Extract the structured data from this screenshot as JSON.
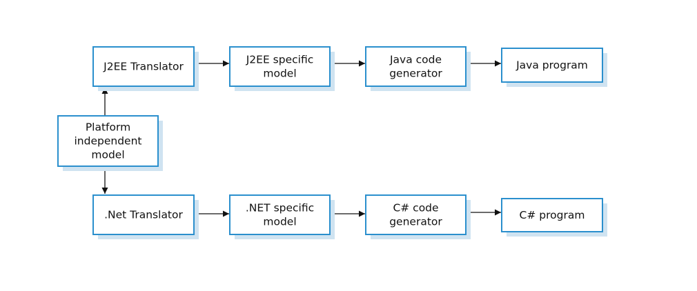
{
  "diagram": {
    "nodes": [
      {
        "id": "pim",
        "label_lines": [
          "Platform",
          "independent",
          "model"
        ]
      },
      {
        "id": "j2ee_translator",
        "label_lines": [
          "J2EE Translator"
        ]
      },
      {
        "id": "j2ee_model",
        "label_lines": [
          "J2EE specific",
          "model"
        ]
      },
      {
        "id": "java_gen",
        "label_lines": [
          "Java code",
          "generator"
        ]
      },
      {
        "id": "java_prog",
        "label_lines": [
          "Java program"
        ]
      },
      {
        "id": "net_translator",
        "label_lines": [
          ".Net Translator"
        ]
      },
      {
        "id": "net_model",
        "label_lines": [
          ".NET specific",
          "model"
        ]
      },
      {
        "id": "cs_gen",
        "label_lines": [
          "C# code",
          "generator"
        ]
      },
      {
        "id": "cs_prog",
        "label_lines": [
          "C# program"
        ]
      }
    ],
    "edges": [
      {
        "from": "pim",
        "to": "j2ee_translator"
      },
      {
        "from": "pim",
        "to": "net_translator"
      },
      {
        "from": "j2ee_translator",
        "to": "j2ee_model"
      },
      {
        "from": "j2ee_model",
        "to": "java_gen"
      },
      {
        "from": "java_gen",
        "to": "java_prog"
      },
      {
        "from": "net_translator",
        "to": "net_model"
      },
      {
        "from": "net_model",
        "to": "cs_gen"
      },
      {
        "from": "cs_gen",
        "to": "cs_prog"
      }
    ],
    "colors": {
      "border": "#2a8fcd",
      "shadow": "#cfe3f1",
      "arrow": "#111111"
    }
  }
}
